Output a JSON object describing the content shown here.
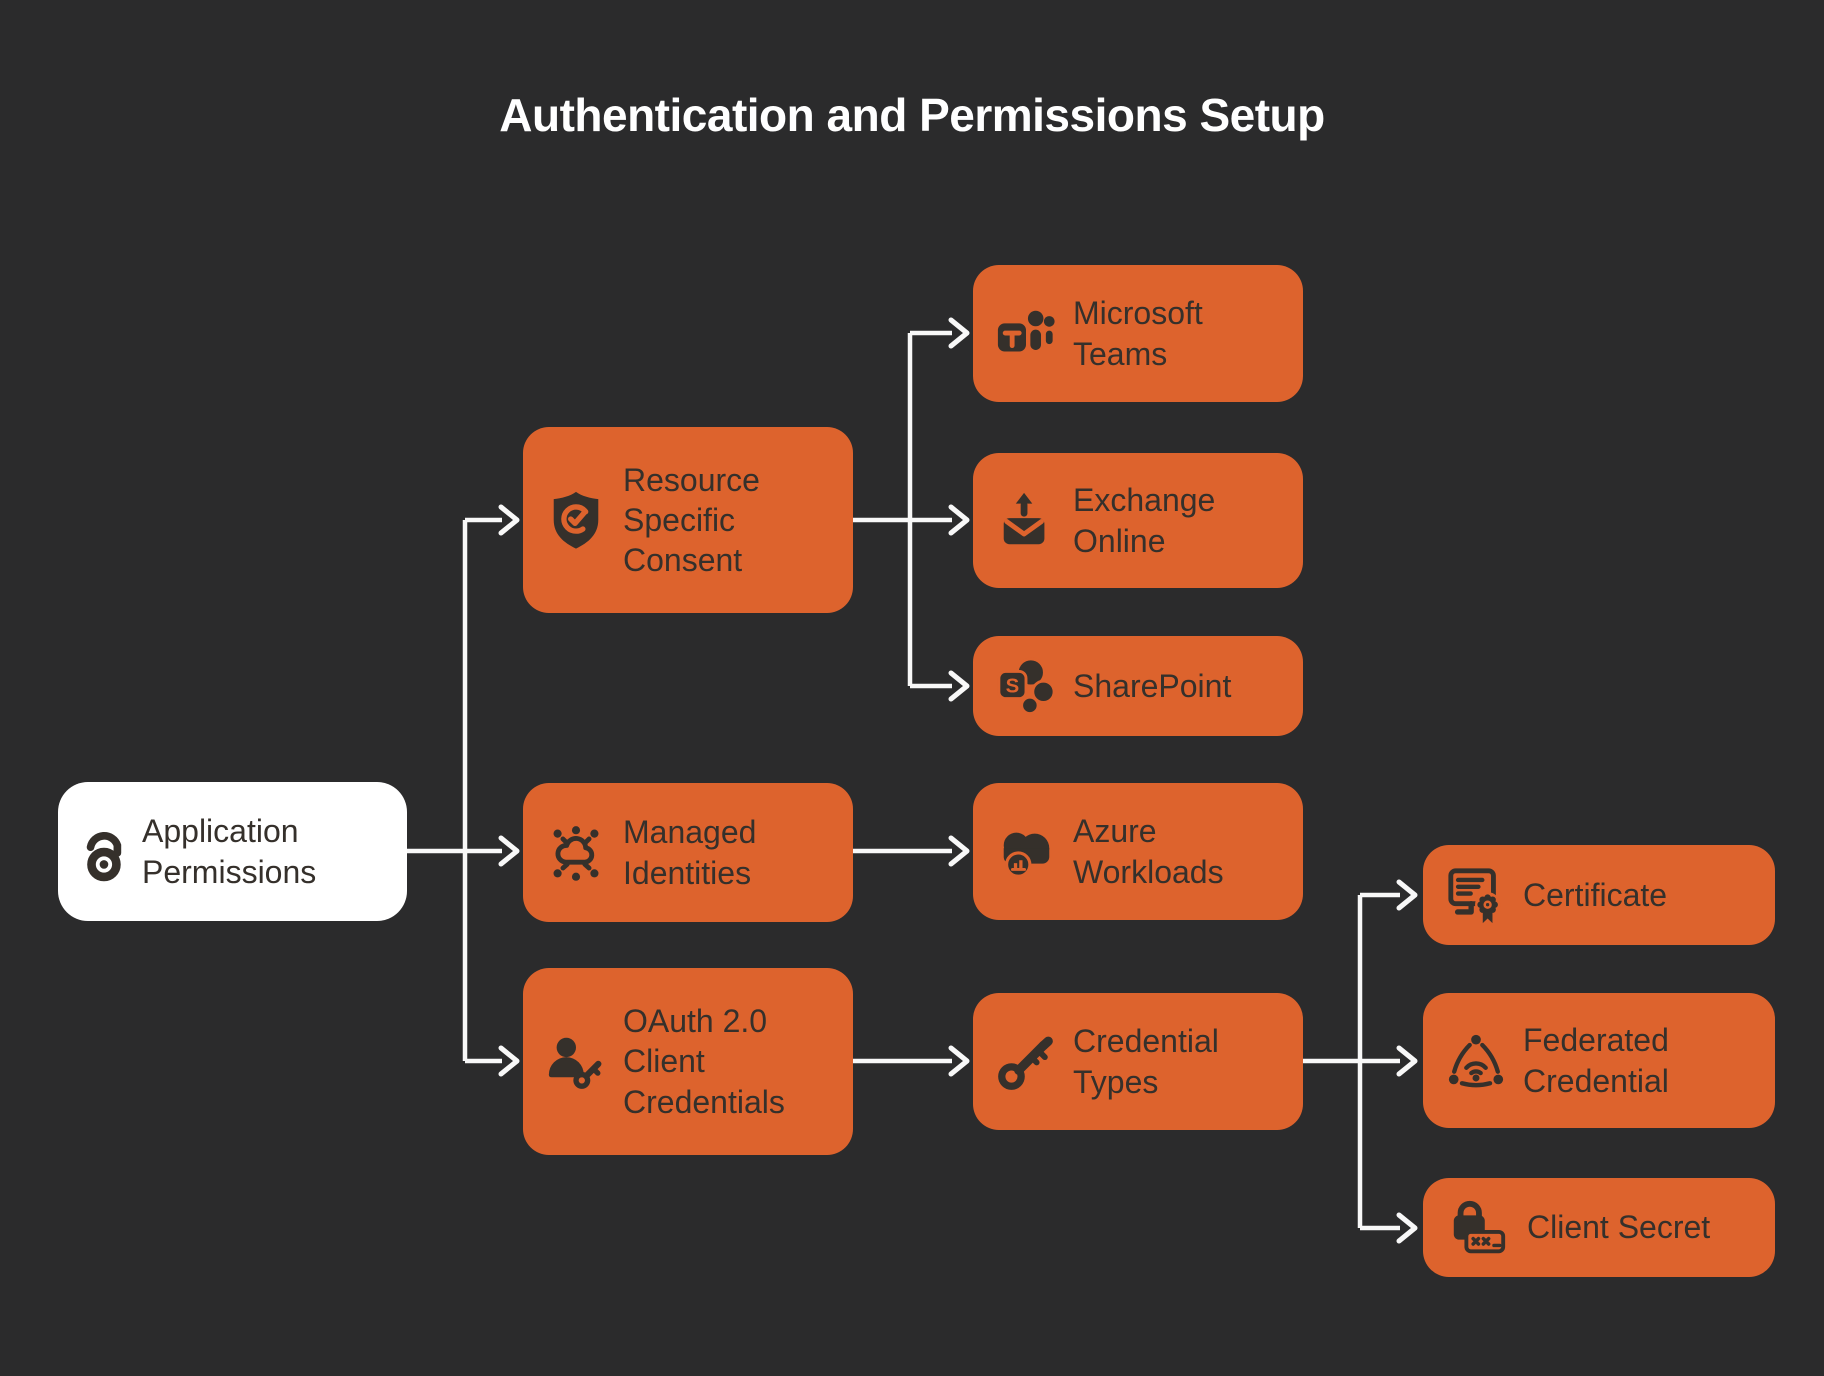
{
  "title": "Authentication and Permissions Setup",
  "colors": {
    "background": "#2B2B2C",
    "node_orange": "#DD632D",
    "node_white": "#FFFFFF",
    "node_text": "#35302B",
    "connector": "#F8F8F8",
    "title_text": "#FFFFFF"
  },
  "nodes": {
    "root": {
      "label": "Application Permissions",
      "icon": "unlock-icon"
    },
    "rsc": {
      "label": "Resource Specific Consent",
      "icon": "shield-check-icon"
    },
    "teams": {
      "label": "Microsoft Teams",
      "icon": "teams-icon"
    },
    "exchange": {
      "label": "Exchange Online",
      "icon": "mail-upload-icon"
    },
    "sharepoint": {
      "label": "SharePoint",
      "icon": "sharepoint-icon"
    },
    "managed": {
      "label": "Managed Identities",
      "icon": "cloud-network-icon"
    },
    "azure": {
      "label": "Azure Workloads",
      "icon": "cloud-chart-icon"
    },
    "oauth": {
      "label": "OAuth 2.0 Client Credentials",
      "icon": "person-key-icon"
    },
    "credtypes": {
      "label": "Credential Types",
      "icon": "key-icon"
    },
    "certificate": {
      "label": "Certificate",
      "icon": "certificate-icon"
    },
    "federated": {
      "label": "Federated Credential",
      "icon": "federated-network-icon"
    },
    "secret": {
      "label": "Client Secret",
      "icon": "lock-password-icon"
    }
  },
  "edges": [
    "root -> rsc",
    "root -> managed",
    "root -> oauth",
    "rsc -> teams",
    "rsc -> exchange",
    "rsc -> sharepoint",
    "managed -> azure",
    "oauth -> credtypes",
    "credtypes -> certificate",
    "credtypes -> federated",
    "credtypes -> secret"
  ]
}
